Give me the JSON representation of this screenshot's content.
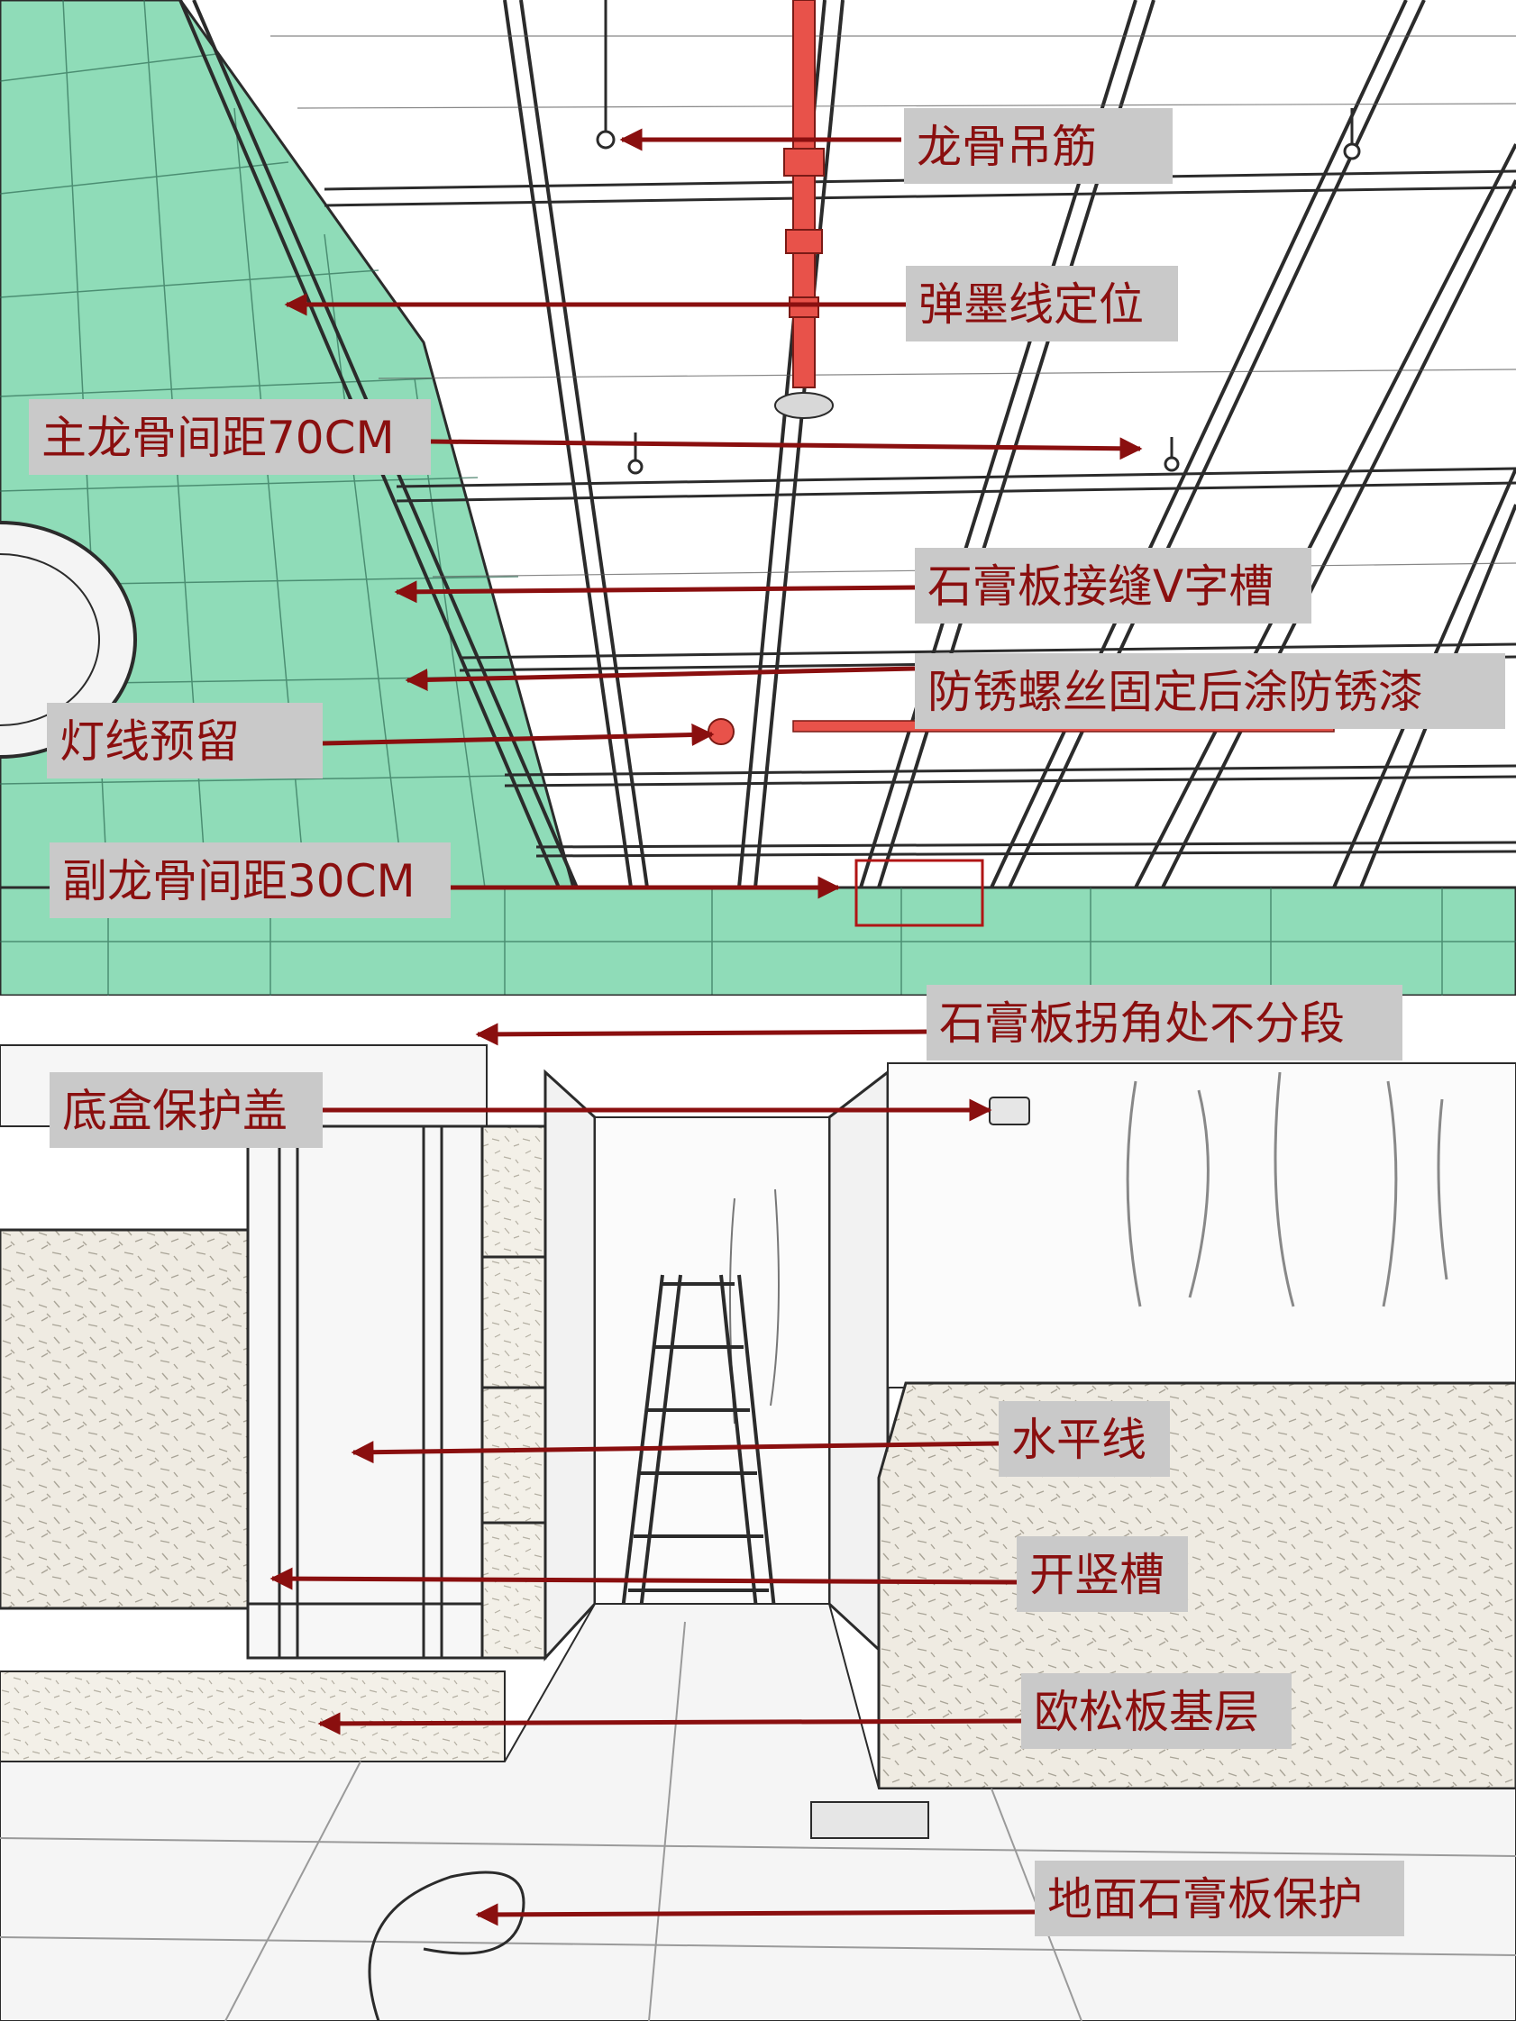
{
  "labels": {
    "hanger_rod": "龙骨吊筋",
    "chalk_line": "弹墨线定位",
    "main_joist_spacing": "主龙骨间距70CM",
    "v_groove": "石膏板接缝V字槽",
    "rust_screw": "防锈螺丝固定后涂防锈漆",
    "light_wire": "灯线预留",
    "sub_joist_spacing": "副龙骨间距30CM",
    "corner_board": "石膏板拐角处不分段",
    "box_cover": "底盒保护盖",
    "level_line": "水平线",
    "vertical_groove": "开竖槽",
    "osb_base": "欧松板基层",
    "floor_protection": "地面石膏板保护"
  },
  "colors": {
    "label_bg": "#c9c9c9",
    "label_text": "#8a0f0f",
    "arrow": "#8a0f0f",
    "gypsum_board": "#8fdcb8",
    "sprinkler_pipe": "#e8524a",
    "osb_board": "#eeeae0",
    "line_art": "#2b2b2b"
  }
}
